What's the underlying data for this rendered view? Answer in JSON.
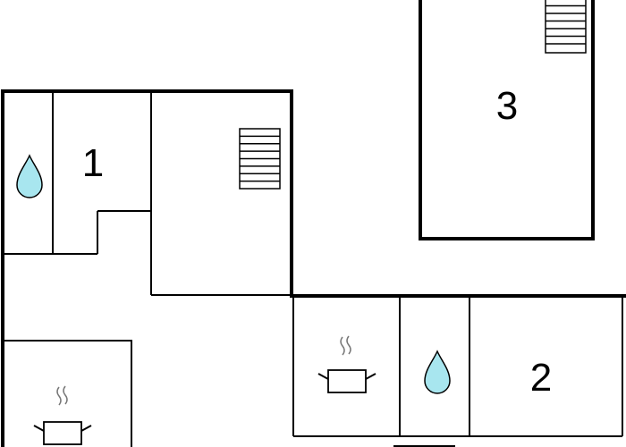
{
  "floor_plan": {
    "rooms": [
      {
        "id": "room-1",
        "label": "1"
      },
      {
        "id": "room-2",
        "label": "2"
      },
      {
        "id": "room-3",
        "label": "3"
      }
    ],
    "icons": {
      "water_drop": {
        "name": "water-drop-icon",
        "color": "#a8e6ef"
      },
      "cooking_pot": {
        "name": "cooking-pot-icon",
        "color": "#ffffff"
      },
      "staircase": {
        "name": "staircase-icon"
      }
    }
  }
}
